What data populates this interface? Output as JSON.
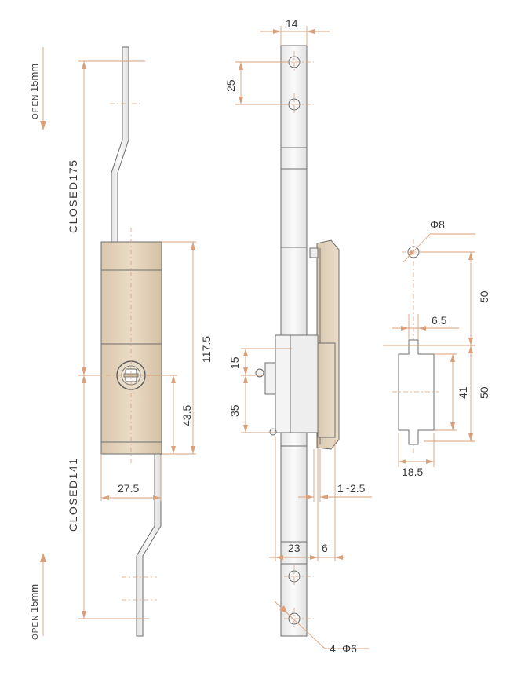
{
  "colors": {
    "dimension": "#d9a07a",
    "body": "#e2d3bd",
    "bodyShade": "#cdb99d",
    "rod": "#f2f2f2",
    "outline": "#6d6d6d",
    "text": "#3a3a3a"
  },
  "labels": {
    "open_top": "OPEN",
    "open_top_value": "15mm",
    "closed_top": "CLOSED175",
    "closed_bottom": "CLOSED141",
    "open_bottom": "OPEN",
    "open_bottom_value": "15mm",
    "dim_117_5": "117.5",
    "dim_43_5": "43.5",
    "dim_27_5": "27.5",
    "dim_14": "14",
    "dim_25": "25",
    "dim_15": "15",
    "dim_35": "35",
    "dim_1_2_5": "1~2.5",
    "dim_23": "23",
    "dim_6": "6",
    "dim_4_phi6": "4−Φ6",
    "dim_phi8": "Φ8",
    "dim_50_top": "50",
    "dim_6_5": "6.5",
    "dim_41": "41",
    "dim_50_bottom": "50",
    "dim_18_5": "18.5"
  }
}
